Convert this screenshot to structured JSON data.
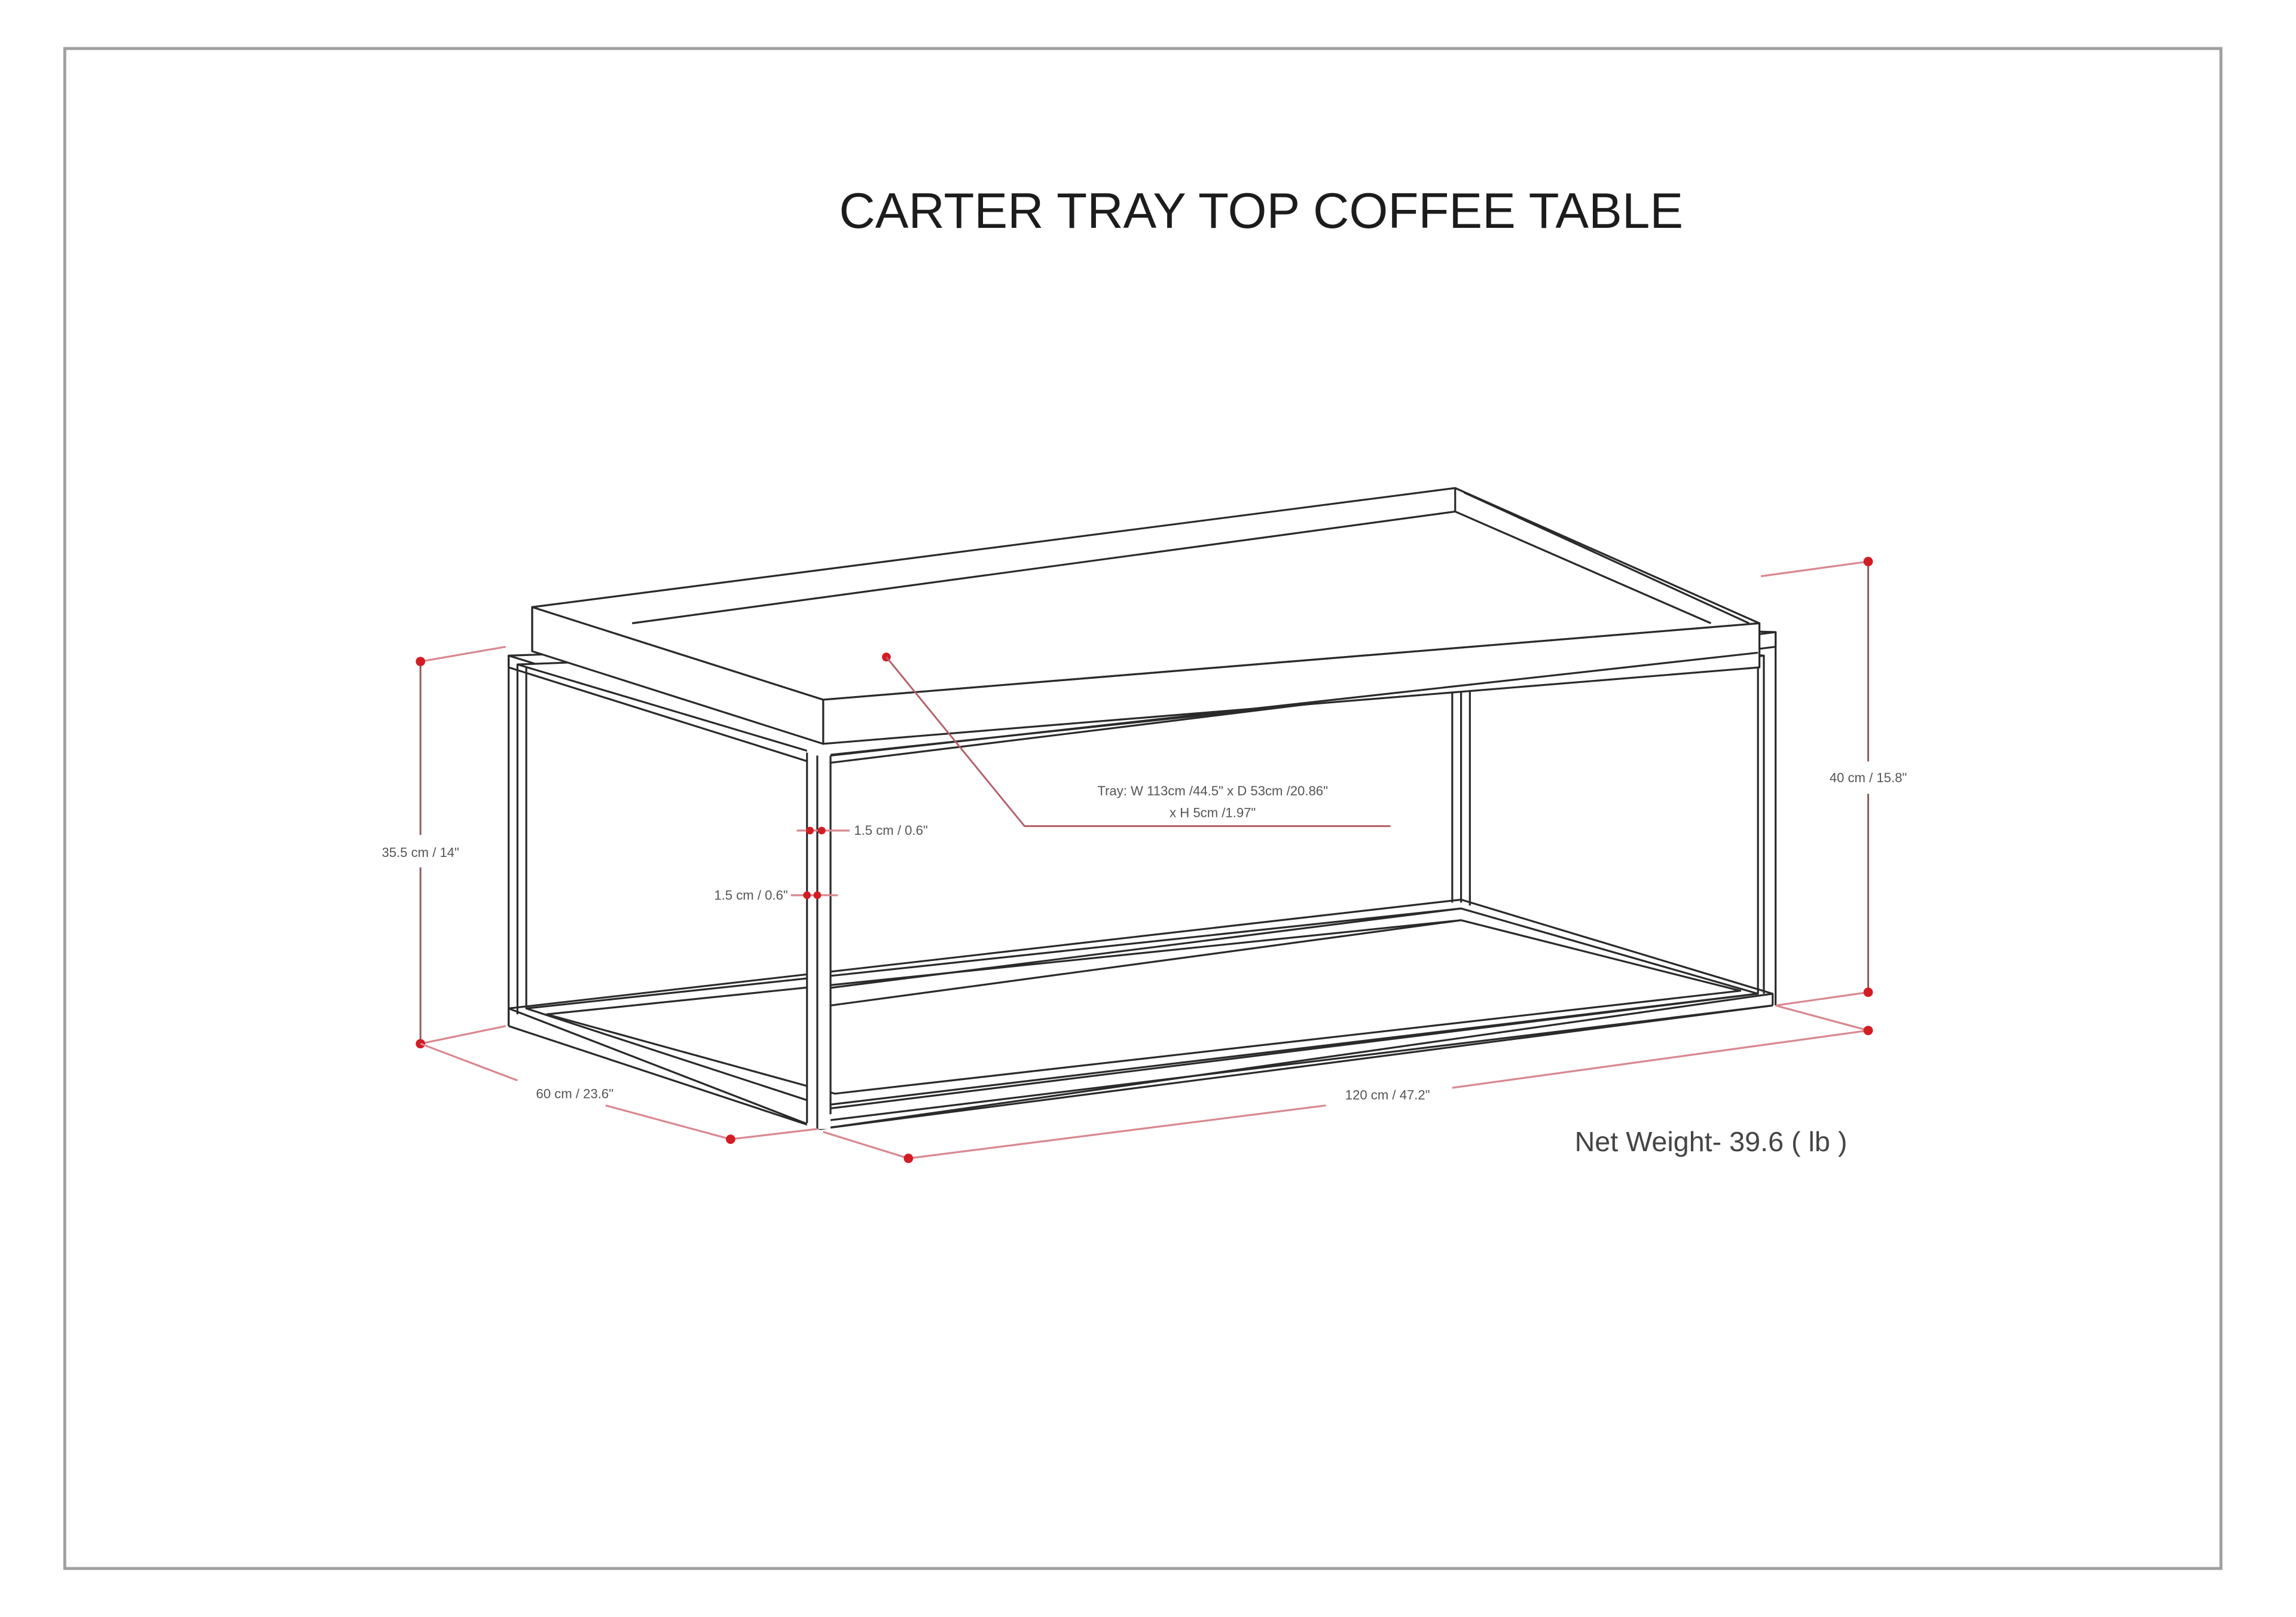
{
  "title": "CARTER  TRAY TOP COFFEE TABLE",
  "net_weight": "Net Weight- 39.6 ( lb )",
  "dimensions": {
    "overall_height": "40 cm / 15.8\"",
    "frame_height": "35.5 cm / 14\"",
    "depth": "60 cm / 23.6\"",
    "width": "120 cm / 47.2\"",
    "leg_width_top": "1.5 cm / 0.6\"",
    "leg_width_side": "1.5 cm / 0.6\"",
    "tray_line1": "Tray: W 113cm /44.5\" x D 53cm /20.86\"",
    "tray_line2": "x H 5cm /1.97\""
  },
  "colors": {
    "line": "#2a2a2a",
    "dimension_red": "#d41c24",
    "dimension_line": "#d9878f",
    "border": "#9a9a9a"
  }
}
